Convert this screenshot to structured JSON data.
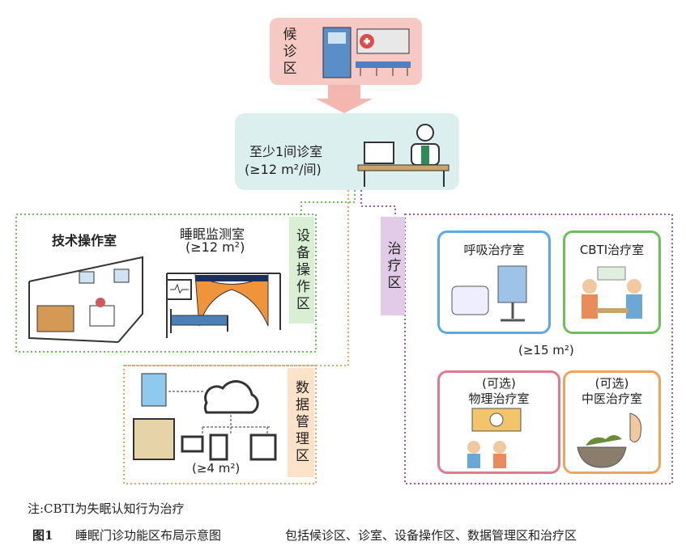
{
  "waiting": {
    "label": "候诊区"
  },
  "consult": {
    "line1": "至少1间诊室",
    "line2": "(≥12 m²/间)"
  },
  "equipment": {
    "label": "设备操作区",
    "tech_room": "技术操作室",
    "sleep_room": "睡眠监测室",
    "sleep_area": "(≥12 m²)"
  },
  "data_mgmt": {
    "label": "数据管理区",
    "area": "(≥4 m²)"
  },
  "treatment": {
    "label": "治疗区",
    "area": "(≥15 m²)",
    "rooms": [
      {
        "name": "呼吸治疗室",
        "opt": ""
      },
      {
        "name": "CBTI治疗室",
        "opt": ""
      },
      {
        "name": "物理治疗室",
        "opt": "(可选)"
      },
      {
        "name": "中医治疗室",
        "opt": "(可选)"
      }
    ]
  },
  "caption": {
    "note": "注:CBTI为失眠认知行为治疗",
    "fig": "图1",
    "title": "睡眠门诊功能区布局示意图",
    "desc": "包括候诊区、诊室、设备操作区、数据管理区和治疗区"
  },
  "colors": {
    "pink": "#f7c9c4",
    "blue": "#dcefef",
    "green": "#6cbf5a",
    "orange": "#f0a35a",
    "purple": "#9a5aa8"
  }
}
